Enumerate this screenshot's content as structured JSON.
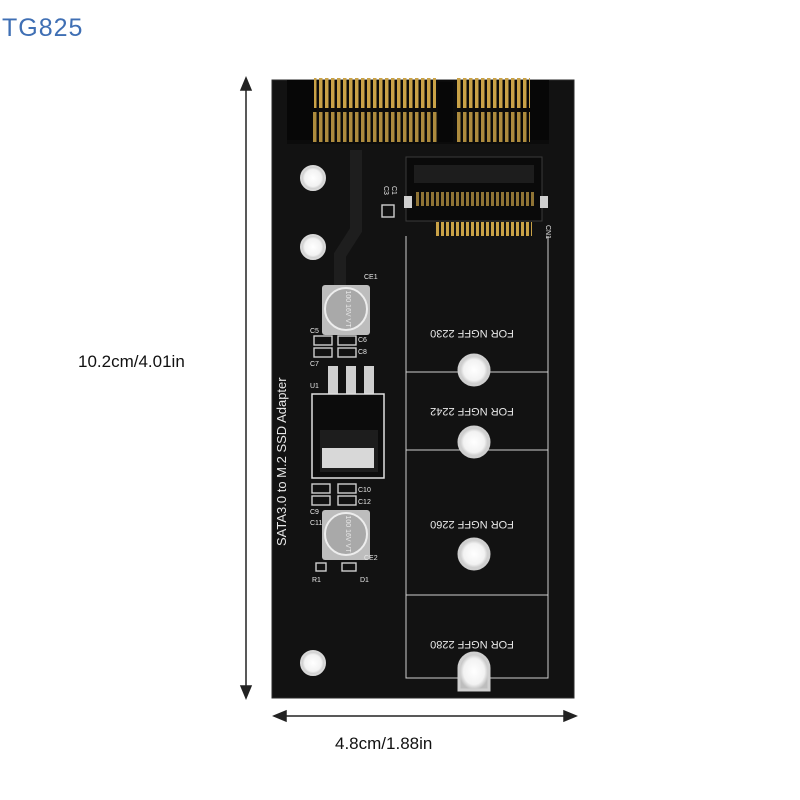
{
  "watermark": "TG825",
  "dimensions": {
    "height_label": "10.2cm/4.01in",
    "width_label": "4.8cm/1.88in"
  },
  "board": {
    "title": "SATA3.0 to M.2 SSD Adapter",
    "slots": [
      "FOR NGFF 2230",
      "FOR NGFF 2242",
      "FOR NGFF 2260",
      "FOR NGFF 2280"
    ],
    "components": {
      "ce1": "CE1",
      "ce2": "CE2",
      "cap_top": "100 16V VT",
      "cap_bottom": "100 16V VT",
      "c5": "C5",
      "c6": "C6",
      "c7": "C7",
      "c8": "C8",
      "c9": "C9",
      "c10": "C10",
      "c11": "C11",
      "c12": "C12",
      "c1": "C1",
      "c3": "C3",
      "u1": "U1",
      "r1": "R1",
      "d1": "D1",
      "cn1": "CN1"
    }
  },
  "colors": {
    "board": "#121212",
    "gold": "#c9a247",
    "silver": "#cfcfcf",
    "watermark": "#3f6fb4"
  }
}
